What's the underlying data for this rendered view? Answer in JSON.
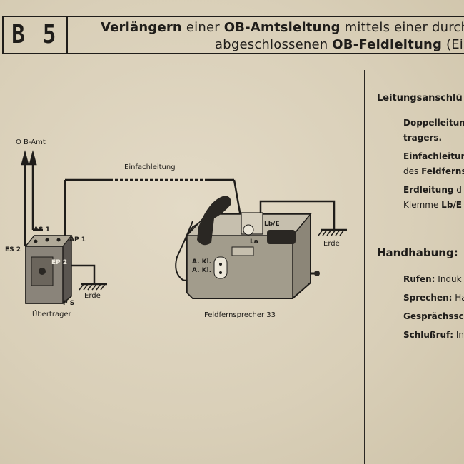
{
  "header": {
    "code": "B 5",
    "line1": [
      {
        "text": "Verlängern",
        "bold": true
      },
      {
        "text": " einer ",
        "bold": false
      },
      {
        "text": "OB-Amtsleitung",
        "bold": true
      },
      {
        "text": " mittels einer durch v",
        "bold": false
      }
    ],
    "line2": [
      {
        "text": "abgeschlossenen ",
        "bold": false
      },
      {
        "text": "OB-Feldleitung",
        "bold": true
      },
      {
        "text": " (Einfa",
        "bold": false
      }
    ]
  },
  "diagram": {
    "ob_amt": "O B-Amt",
    "einfachleitung": "Einfachleitung",
    "as1": "AS 1",
    "ap1": "AP 1",
    "es2": "ES 2",
    "ep2": "EP 2",
    "ps": "P S",
    "erde_left": "Erde",
    "uebertrager": "Übertrager",
    "lbe": "Lb/E",
    "la": "La",
    "akl1": "A. Kl.",
    "akl2": "A. Kl.",
    "erde_right": "Erde",
    "feldfernsprecher": "Feldfernsprecher 33"
  },
  "right_column": {
    "leitungsanschluesse": "Leitungsanschlü",
    "doppelleitung_1": "Doppelleitun",
    "doppelleitung_2": "tragers.",
    "einfachleitung_1": "Einfachleitun",
    "einfachleitung_2_pre": "des ",
    "einfachleitung_2_bold": "Feldferns",
    "erdleitung_1_bold": "Erdleitung",
    "erdleitung_1_rest": "  d",
    "erdleitung_2_pre": "Klemme ",
    "erdleitung_2_bold": "Lb/E",
    "handhabung": "Handhabung:",
    "rufen_label": "Rufen:",
    "rufen_text": " Induk",
    "sprechen_label": "Sprechen:",
    "sprechen_text": " Ha",
    "gespraechs_label": "Gesprächssch",
    "schlussruf_label": "Schlußruf:",
    "schlussruf_text": " In"
  }
}
